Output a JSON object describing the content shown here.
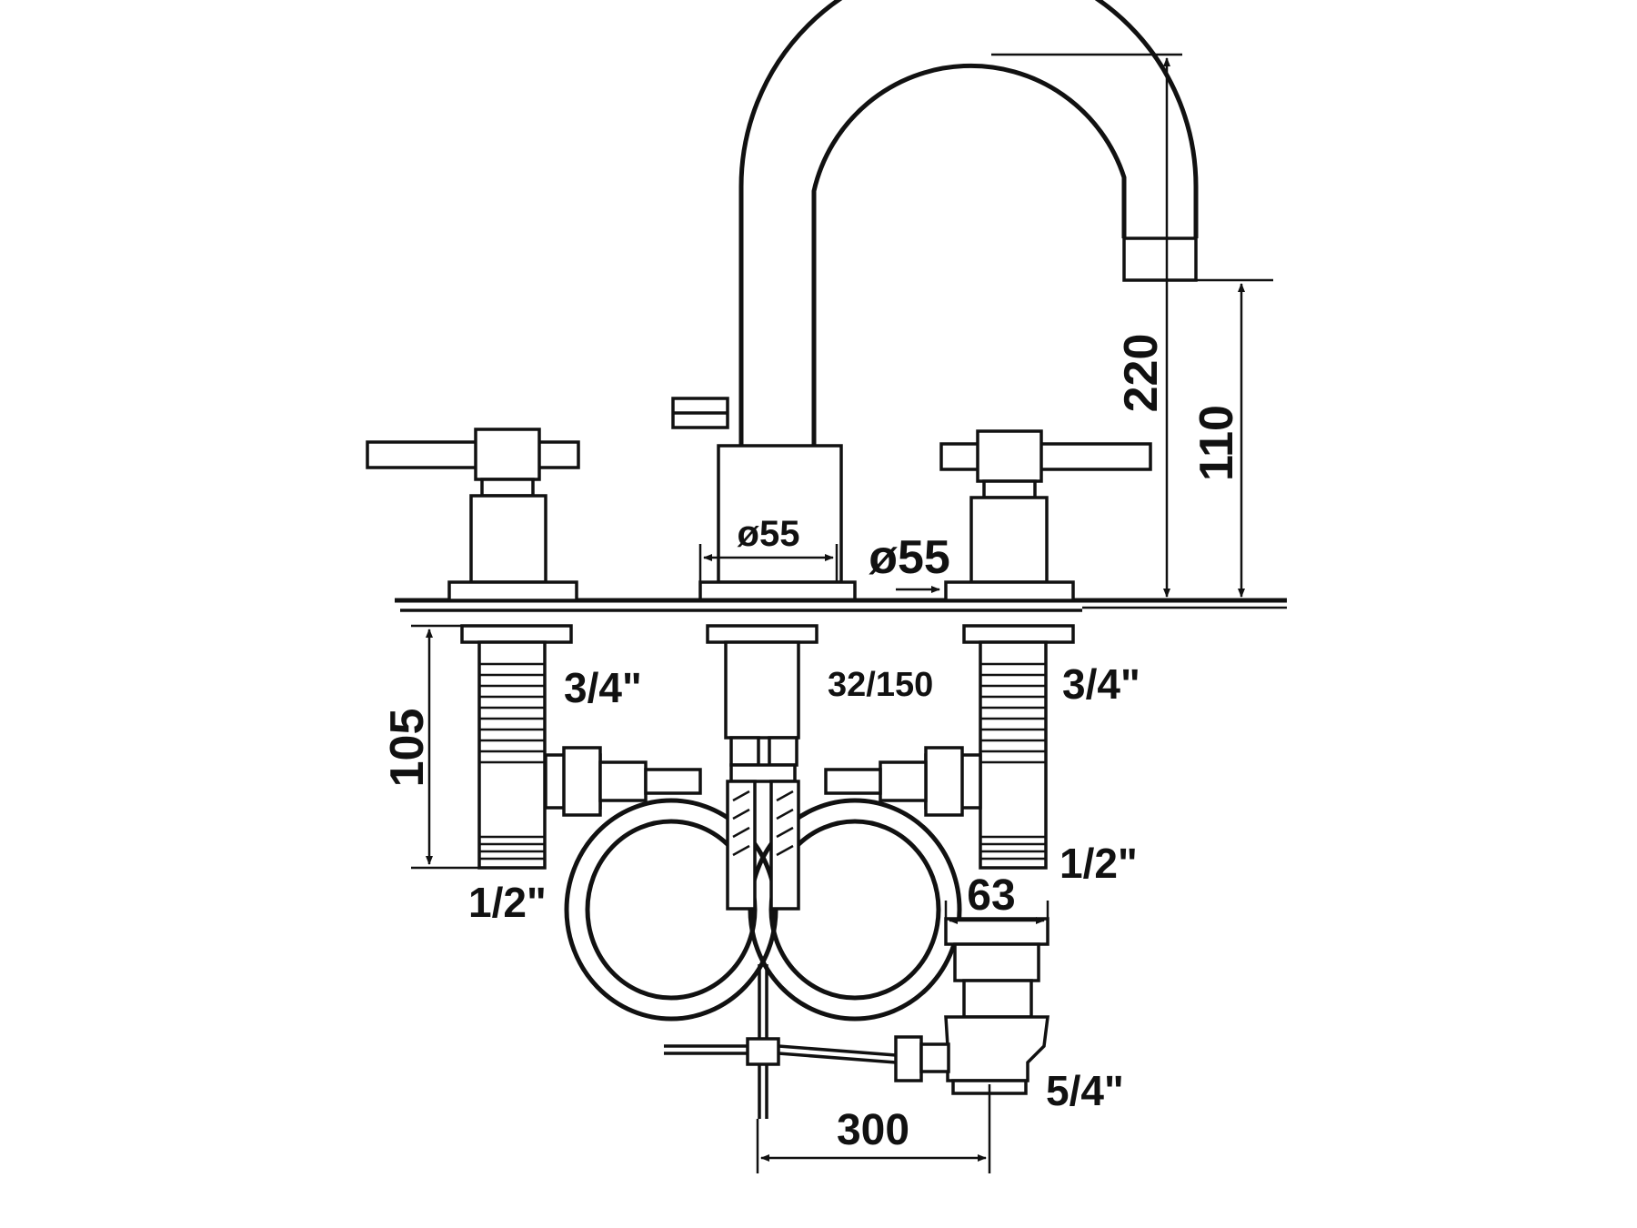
{
  "diagram": {
    "dimensions": {
      "spout_height": "220",
      "spout_outlet_height": "110",
      "tailpiece_length": "105",
      "spout_base_diameter": "ø55",
      "handle_base_diameter": "ø55",
      "spout_shank": "32/150",
      "drain_width": "63",
      "pop_up_rod_length": "300"
    },
    "thread_labels": {
      "left_valve_upper": "3/4\"",
      "right_valve_upper": "3/4\"",
      "left_valve_lower": "1/2\"",
      "right_valve_lower": "1/2\"",
      "drain_outlet": "5/4\""
    }
  }
}
